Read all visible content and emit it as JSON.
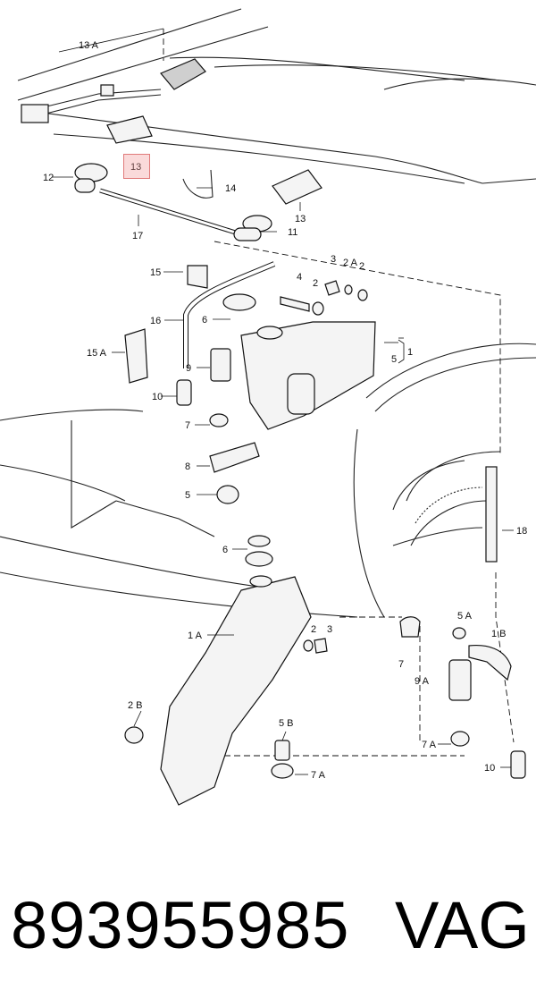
{
  "callouts": {
    "c13a": "13 A",
    "c13_top": "13",
    "c12": "12",
    "c14": "14",
    "c13_right": "13",
    "c17": "17",
    "c11": "11",
    "c15": "15",
    "c4": "4",
    "c3_top": "3",
    "c2a": "2 A",
    "c2_top": "2",
    "c2_mid": "2",
    "c16": "16",
    "c6_top": "6",
    "c15a": "15 A",
    "c9": "9",
    "c5_right": "5",
    "c1": "1",
    "c10_left": "10",
    "c7_mid": "7",
    "c8": "8",
    "c5_left": "5",
    "c18": "18",
    "c6_low": "6",
    "c1a": "1 A",
    "c2_low": "2",
    "c3_low": "3",
    "c5a": "5 A",
    "c1b": "1 B",
    "c7_low": "7",
    "c9a": "9 A",
    "c2b": "2 B",
    "c5b": "5 B",
    "c7a_right": "7 A",
    "c7a_bottom": "7 A",
    "c10_right": "10"
  },
  "highlight_color": "#e07a7a",
  "caption": {
    "part_number": "893955985",
    "brand": "VAG"
  }
}
